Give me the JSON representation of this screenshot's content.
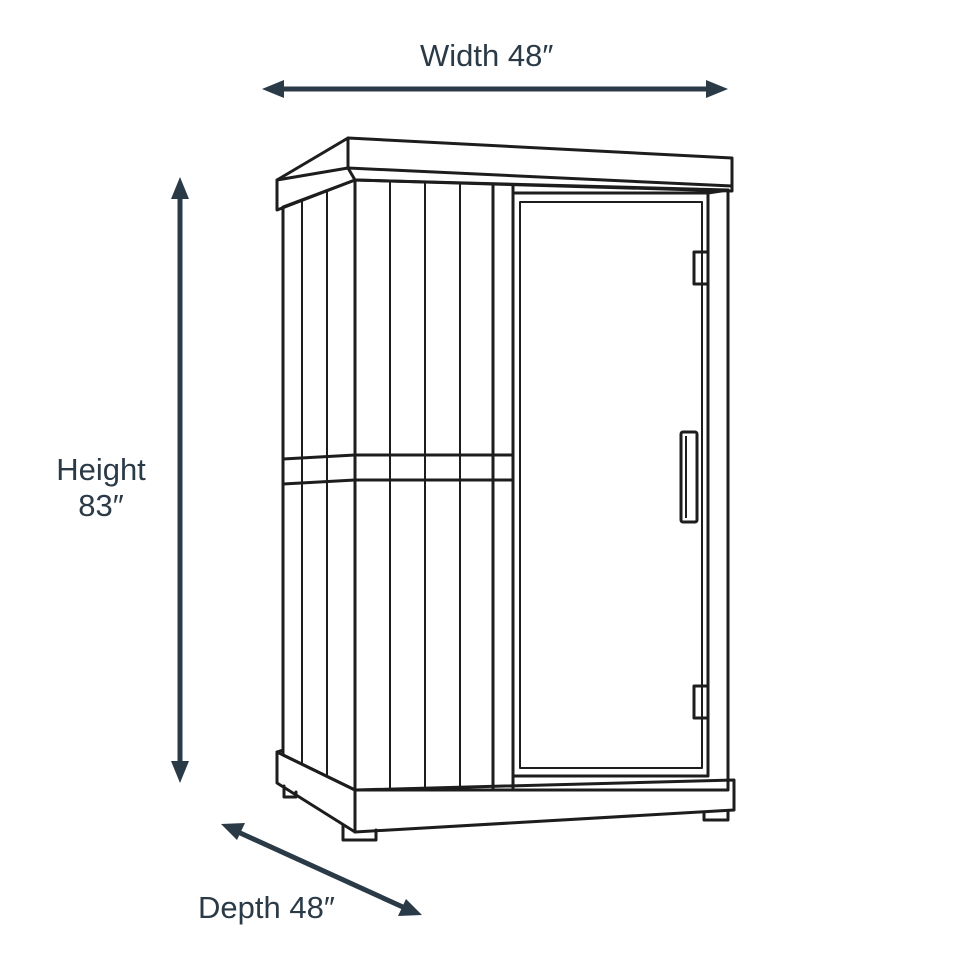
{
  "dimensions": {
    "width_label": "Width 48″",
    "height_label_line1": "Height",
    "height_label_line2": "83″",
    "depth_label": "Depth 48″"
  },
  "colors": {
    "dimension": "#2b3a47",
    "outline": "#1d1d1d",
    "background": "#ffffff"
  }
}
